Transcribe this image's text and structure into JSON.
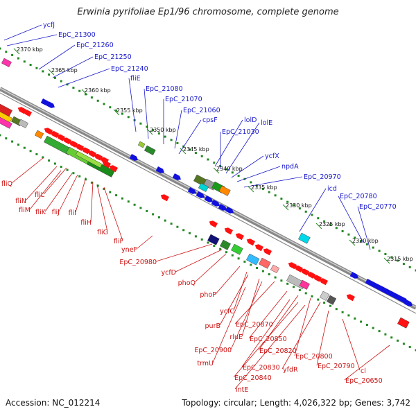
{
  "title": "Erwinia pyrifoliae Ep1/96 chromosome, complete genome",
  "footer": {
    "accession": "Accession: NC_012214",
    "summary": "Topology: circular; Length: 4,026,322 bp; Genes: 3,742"
  },
  "colors": {
    "forward_label": "#1a1acc",
    "reverse_label": "#cc1111",
    "ruler_dots": "#228822",
    "backbone": "#888888"
  },
  "tick_labels": [
    "2370 kbp",
    "2365 kbp",
    "2360 kbp",
    "2355 kbp",
    "2350 kbp",
    "2345 kbp",
    "2340 kbp",
    "2335 kbp",
    "2330 kbp",
    "2325 kbp",
    "2320 kbp",
    "2315 kbp"
  ],
  "forward_genes": [
    "ycfJ",
    "EpC_21300",
    "EpC_21260",
    "EpC_21250",
    "EpC_21240",
    "fliE",
    "EpC_21080",
    "EpC_21070",
    "EpC_21060",
    "cpsF",
    "lolD",
    "EpC_21030",
    "lolE",
    "ycfX",
    "npdA",
    "EpC_20970",
    "icd",
    "EpC_20780",
    "EpC_20770"
  ],
  "reverse_genes": [
    "fliQ",
    "fliN",
    "fliL",
    "fliM",
    "fliK",
    "fliJ",
    "fliI",
    "fliH",
    "fliG",
    "fliF",
    "yneF",
    "EpC_20980",
    "ycfD",
    "phoQ",
    "phoP",
    "ycfC",
    "purB",
    "rluE",
    "EpC_20870",
    "EpC_20900",
    "EpC_20850",
    "trmU",
    "EpC_20820",
    "EpC_20830",
    "EpC_20800",
    "EpC_20840",
    "yfdR",
    "EpC_20790",
    "intE",
    "cl",
    "EpC_20650"
  ]
}
